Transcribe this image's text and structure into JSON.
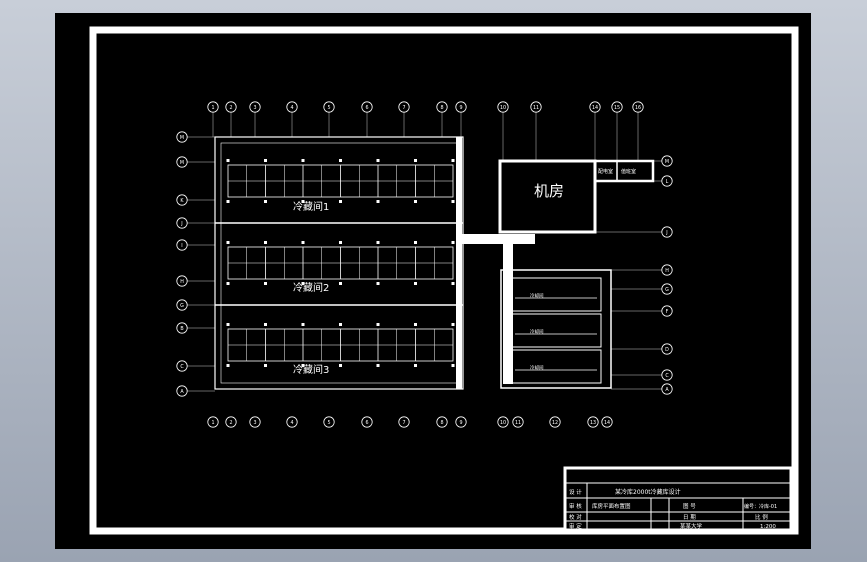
{
  "rooms": {
    "cold1": "冷藏间1",
    "cold2": "冷藏间2",
    "cold3": "冷藏间3",
    "machine": "机房",
    "small_a": "配电室",
    "small_b": "值班室",
    "eq1": "冷却间",
    "eq2": "冷却间",
    "eq3": "冷却间"
  },
  "grid_top": [
    "1",
    "2",
    "3",
    "4",
    "5",
    "6",
    "7",
    "8",
    "9",
    "10",
    "11",
    "14",
    "15",
    "16"
  ],
  "grid_bottom": [
    "1",
    "2",
    "3",
    "4",
    "5",
    "6",
    "7",
    "8",
    "9",
    "10",
    "11",
    "12",
    "13",
    "14"
  ],
  "grid_left": [
    "M",
    "M",
    "K",
    "J",
    "I",
    "H",
    "G",
    "B",
    "C",
    "A"
  ],
  "grid_right_upper": [
    "M",
    "L",
    "J"
  ],
  "grid_right_lower": [
    "H",
    "G",
    "F",
    "D",
    "C",
    "A"
  ],
  "title_block": {
    "r1_c1": "设 计",
    "r1_title": "某冷库2000t冷藏库设计",
    "r2_c1": "审 核",
    "r2_drawing": "库房平面布置图",
    "r2_c3": "图 号",
    "r2_c4": "编号：冷库-01",
    "r3_c1": "校 对",
    "r3_c3": "日 期",
    "r3_c4": "比 例",
    "r4_c1": "审 定",
    "r4_c3": "某某大学",
    "r4_c4": "1:200"
  },
  "colors": {
    "background": "#000000",
    "frame": "#ffffff",
    "wall": "#ffffff",
    "window_gradient_top": "#c8ced8"
  }
}
